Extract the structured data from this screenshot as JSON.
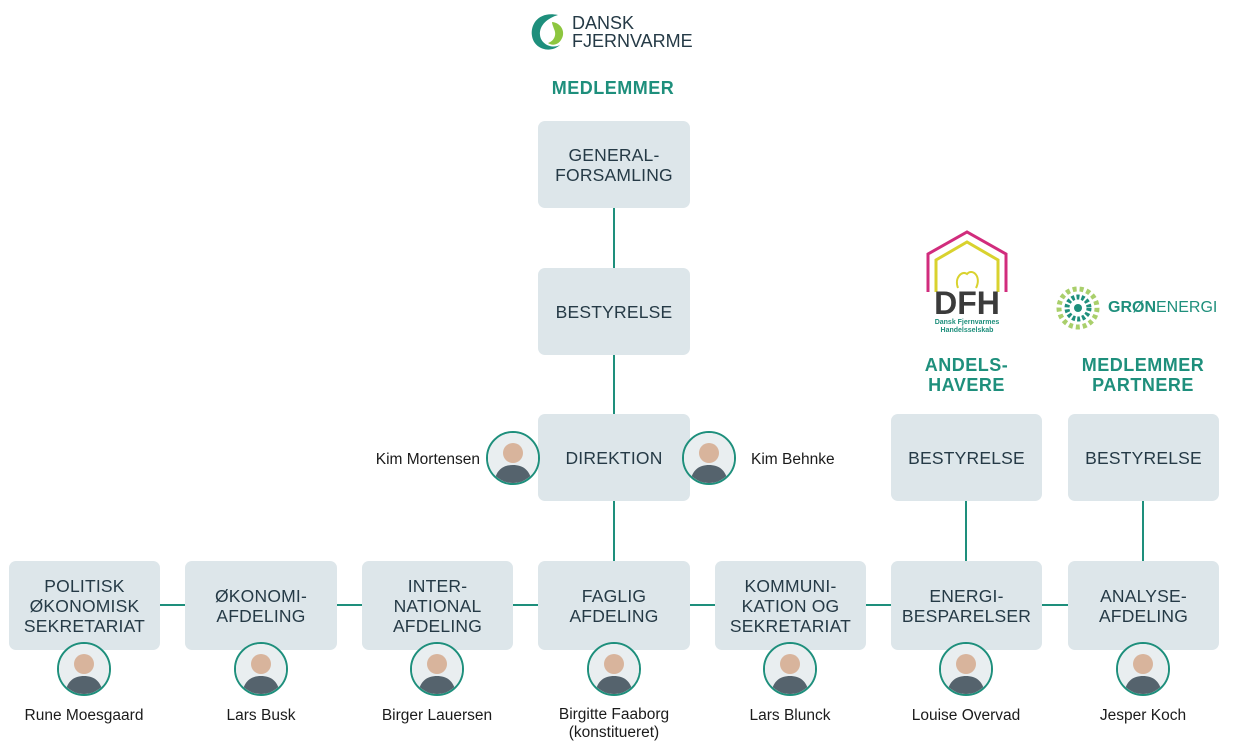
{
  "brand": {
    "name_line1": "DANSK",
    "name_line2": "FJERNVARME",
    "colors": {
      "green": "#1e8f7c",
      "box": "#dde6ea",
      "text": "#253a46"
    }
  },
  "headings": {
    "members": "MEDLEMMER",
    "dfh": "ANDELS-\nHAVERE",
    "gron": "MEDLEMMER\nPARTNERE"
  },
  "logos": {
    "dfh": {
      "mark": "DFH",
      "sub1": "Dansk Fjernvarmes",
      "sub2": "Handelsselskab"
    },
    "gron": {
      "name_a": "GRØN",
      "name_b": "ENERGI"
    }
  },
  "boxes": {
    "general": "GENERAL-\nFORSAMLING",
    "board": "BESTYRELSE",
    "direction": "DIREKTION",
    "dfh_board": "BESTYRELSE",
    "gron_board": "BESTYRELSE",
    "departments": [
      "POLITISK\nØKONOMISK\nSEKRETARIAT",
      "ØKONOMI-\nAFDELING",
      "INTER-\nNATIONAL\nAFDELING",
      "FAGLIG\nAFDELING",
      "KOMMUNI-\nKATION OG\nSEKRETARIAT",
      "ENERGI-\nBESPARELSER",
      "ANALYSE-\nAFDELING"
    ]
  },
  "people": {
    "director_left": "Kim Mortensen",
    "director_right": "Kim Behnke",
    "department_heads": [
      "Rune Moesgaard",
      "Lars Busk",
      "Birger Lauersen",
      "Birgitte Faaborg\n(konstitueret)",
      "Lars Blunck",
      "Louise Overvad",
      "Jesper Koch"
    ]
  }
}
